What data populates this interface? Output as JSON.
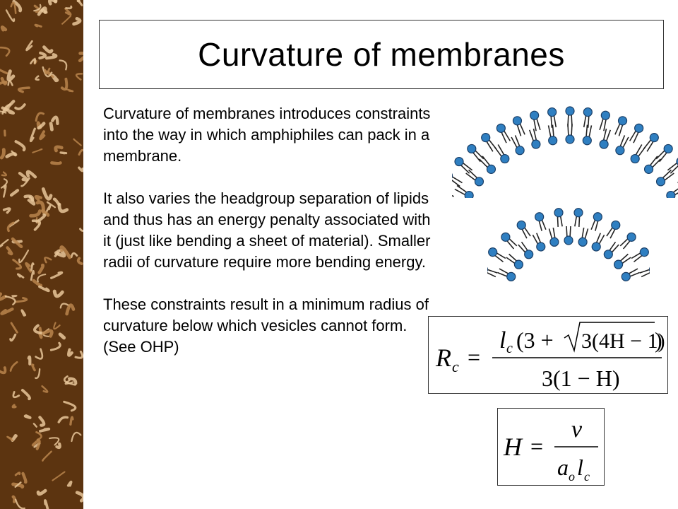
{
  "slide": {
    "title": "Curvature of membranes",
    "paragraphs": [
      "Curvature of membranes introduces constraints into the way in which amphiphiles can pack in a membrane.",
      "It also varies the headgroup separation of lipids and thus has an energy penalty associated with it (just like bending a sheet of material). Smaller radii of curvature require more bending energy.",
      "These constraints result in a minimum radius of curvature below which vesicles cannot form. (See OHP)"
    ]
  },
  "formula_rc": {
    "lhs": "R",
    "lhs_sub": "c",
    "equals": "=",
    "num_l": "l",
    "num_l_sub": "c",
    "num_open": "(3 +",
    "num_sqrt_inner": "3(4H − 1)",
    "num_close": ")",
    "den": "3(1 − H)"
  },
  "formula_h": {
    "lhs": "H",
    "equals": "=",
    "num": "v",
    "den_a": "a",
    "den_a_sub": "o",
    "den_l": "l",
    "den_l_sub": "c"
  },
  "colors": {
    "headgroup_fill": "#2f7fc1",
    "headgroup_stroke": "#1a3e66",
    "tail": "#222222",
    "texture_dark": "#5c3410",
    "texture_light": "#e8c79a"
  }
}
